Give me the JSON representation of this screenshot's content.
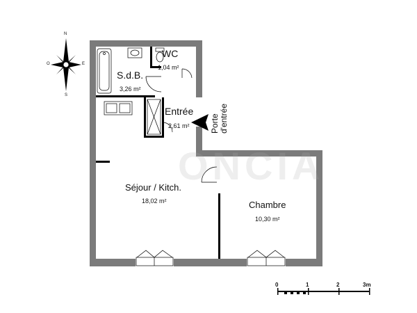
{
  "watermark": "ONCIA",
  "compass": {
    "n": "N",
    "s": "S",
    "e": "E",
    "o": "O",
    "icon": "compass-rose-icon"
  },
  "rooms": {
    "wc": {
      "name": "WC",
      "area": "1,04 m²"
    },
    "sdb": {
      "name": "S.d.B.",
      "area": "3,26 m²"
    },
    "entree": {
      "name": "Entrée",
      "area": "2,61 m²"
    },
    "sejour": {
      "name": "Séjour / Kitch.",
      "area": "18,02 m²"
    },
    "chambre": {
      "name": "Chambre",
      "area": "10,30 m²"
    }
  },
  "entrance": {
    "line1": "Porte",
    "line2": "d'entrée",
    "icon": "entrance-arrow-icon"
  },
  "scale": {
    "labels": [
      "0",
      "1",
      "2",
      "3m"
    ]
  },
  "colors": {
    "wall": "#7b7b7b",
    "line": "#000000",
    "background": "#ffffff"
  }
}
